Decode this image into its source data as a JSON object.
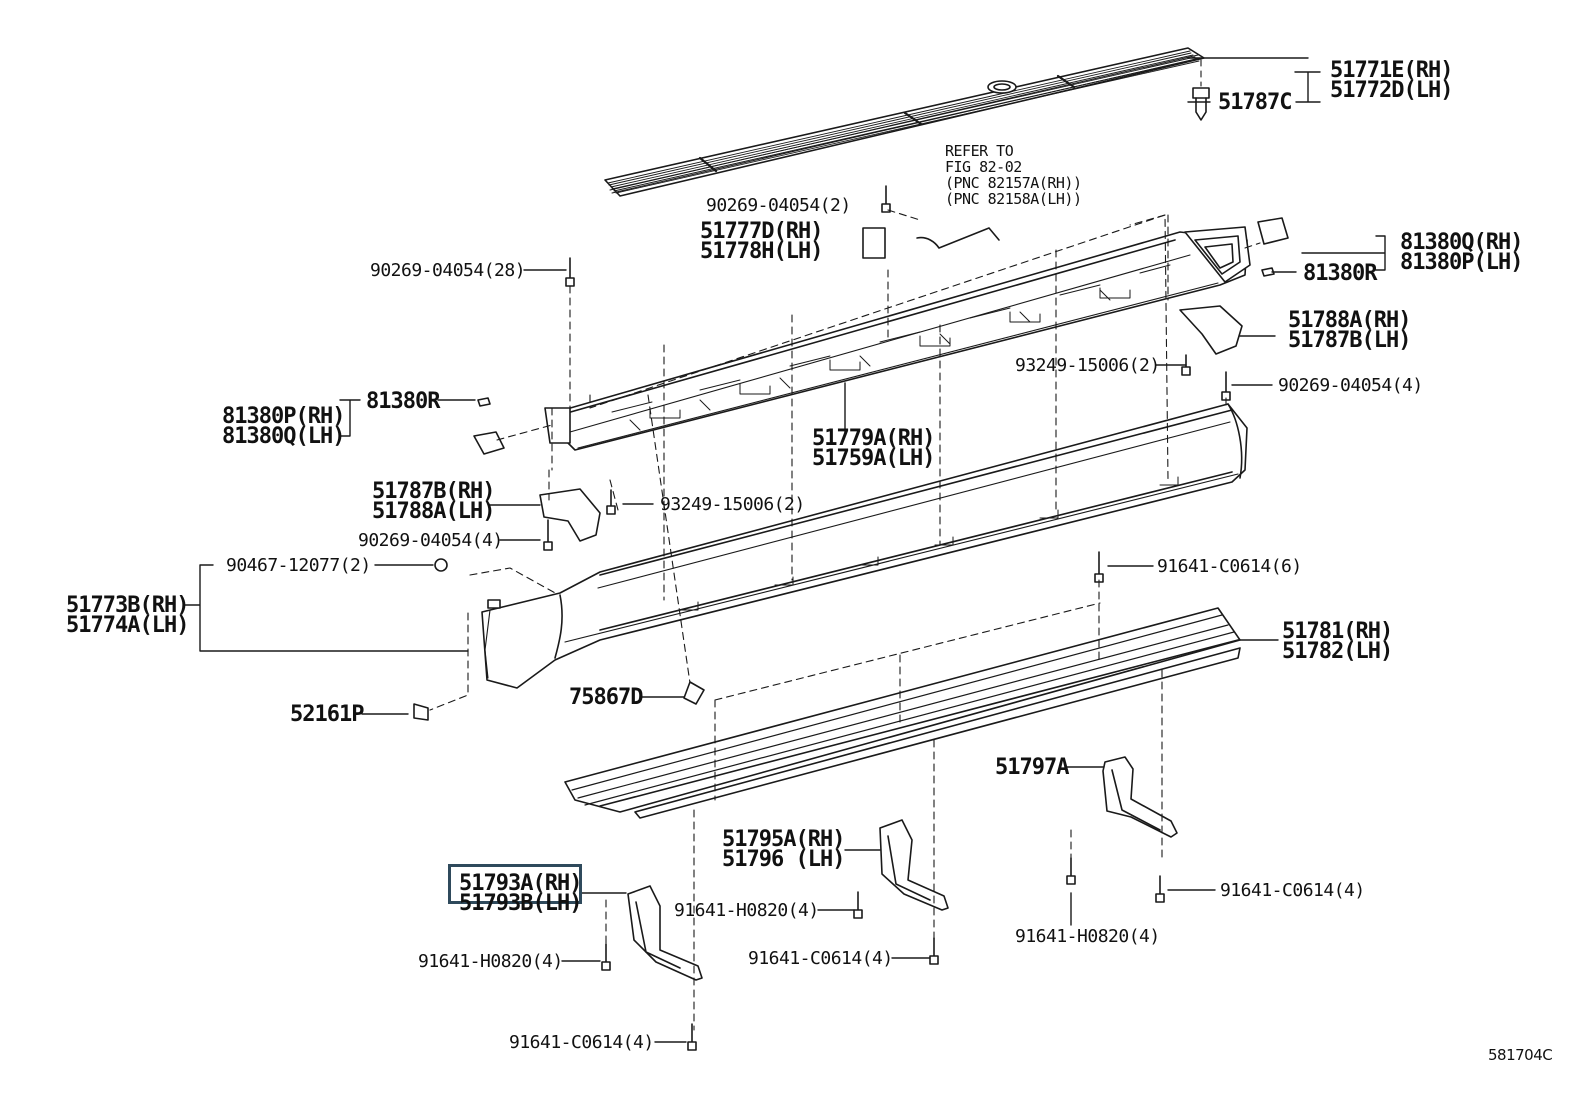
{
  "diagram": {
    "figure_code": "581704C",
    "highlight_color": "#2f4a5c",
    "callouts": [
      {
        "id": "c01",
        "lines": [
          "51771E(RH)",
          "51772D(LH)"
        ]
      },
      {
        "id": "c02",
        "lines": [
          "51787C"
        ]
      },
      {
        "id": "c03",
        "lines": [
          "REFER TO",
          "FIG 82-02",
          "(PNC 82157A(RH))",
          "(PNC 82158A(LH))"
        ]
      },
      {
        "id": "c04",
        "lines": [
          "90269-04054(2)"
        ]
      },
      {
        "id": "c05",
        "lines": [
          "51777D(RH)",
          "51778H(LH)"
        ]
      },
      {
        "id": "c06",
        "lines": [
          "81380Q(RH)",
          "81380P(LH)"
        ]
      },
      {
        "id": "c07",
        "lines": [
          "81380R"
        ]
      },
      {
        "id": "c08",
        "lines": [
          "90269-04054(28)"
        ]
      },
      {
        "id": "c09",
        "lines": [
          "51788A(RH)",
          "51787B(LH)"
        ]
      },
      {
        "id": "c10",
        "lines": [
          "93249-15006(2)"
        ]
      },
      {
        "id": "c11",
        "lines": [
          "90269-04054(4)"
        ]
      },
      {
        "id": "c12",
        "lines": [
          "81380R"
        ]
      },
      {
        "id": "c13",
        "lines": [
          "81380P(RH)",
          "81380Q(LH)"
        ]
      },
      {
        "id": "c14",
        "lines": [
          "51779A(RH)",
          "51759A(LH)"
        ]
      },
      {
        "id": "c15",
        "lines": [
          "51787B(RH)",
          "51788A(LH)"
        ]
      },
      {
        "id": "c16",
        "lines": [
          "93249-15006(2)"
        ]
      },
      {
        "id": "c17",
        "lines": [
          "90269-04054(4)"
        ]
      },
      {
        "id": "c18",
        "lines": [
          "90467-12077(2)"
        ]
      },
      {
        "id": "c19",
        "lines": [
          "51773B(RH)",
          "51774A(LH)"
        ]
      },
      {
        "id": "c20",
        "lines": [
          "91641-C0614(6)"
        ]
      },
      {
        "id": "c21",
        "lines": [
          "51781(RH)",
          "51782(LH)"
        ]
      },
      {
        "id": "c22",
        "lines": [
          "75867D"
        ]
      },
      {
        "id": "c23",
        "lines": [
          "52161P"
        ]
      },
      {
        "id": "c24",
        "lines": [
          "51797A"
        ]
      },
      {
        "id": "c25",
        "lines": [
          "51795A(RH)",
          "51796 (LH)"
        ]
      },
      {
        "id": "c26",
        "lines": [
          "51793A(RH)",
          "51793B(LH)"
        ],
        "highlighted": true
      },
      {
        "id": "c27",
        "lines": [
          "91641-H0820(4)"
        ]
      },
      {
        "id": "c28",
        "lines": [
          "91641-C0614(4)"
        ]
      },
      {
        "id": "c29",
        "lines": [
          "91641-H0820(4)"
        ]
      },
      {
        "id": "c30",
        "lines": [
          "91641-H0820(4)"
        ]
      },
      {
        "id": "c31",
        "lines": [
          "91641-C0614(4)"
        ]
      },
      {
        "id": "c32",
        "lines": [
          "91641-C0614(4)"
        ]
      }
    ]
  }
}
